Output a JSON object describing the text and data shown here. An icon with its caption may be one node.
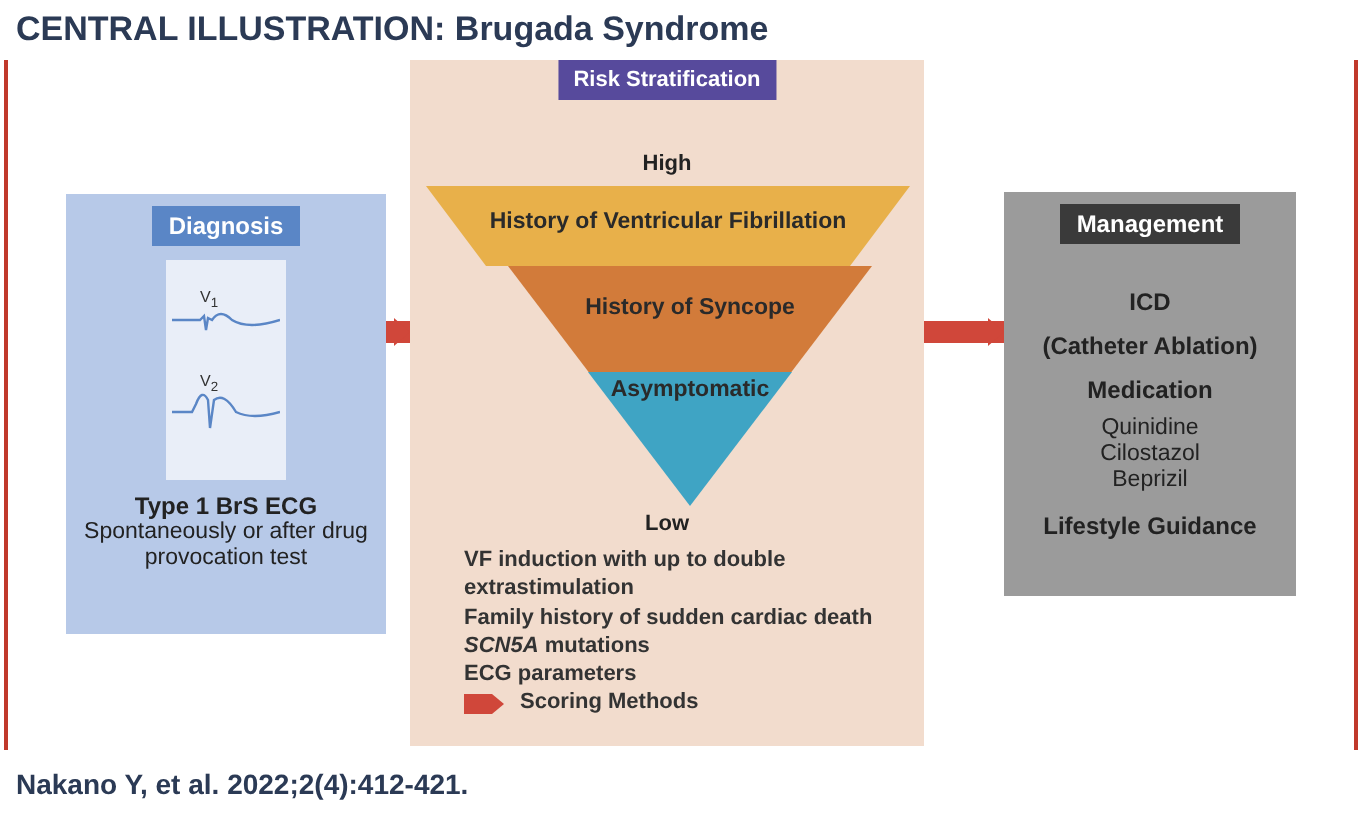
{
  "diagram": {
    "title": "**CENTRAL ILLUSTRATION:** Brugada Syndrome",
    "caption": "Nakano Y, et al. 2022;2(4):412-421.",
    "nodes": [
      {
        "text": [
          "Diagnosis",
          "Type 1 BrS ECG",
          "Spontaneously or after drug provocation test"
        ]
      },
      {
        "text": [
          "Risk Stratification",
          "High",
          "Low",
          "VF induction with up to double extrastimulation",
          "Family history of sudden cardiac death",
          "*SCN5A* mutations",
          "ECG parameters",
          "Scoring Methods"
        ]
      },
      {
        "text": [
          "History of Ventricular Fibrillation"
        ],
        "in": 1
      },
      {
        "text": [
          "History of Syncope"
        ],
        "in": 1
      },
      {
        "text": [
          "Asymptomatic"
        ],
        "in": 1
      },
      {
        "text": [
          "Management",
          "ICD",
          "(Catheter Ablation)",
          "Medication",
          "Quinidine Cilostazol Beprizil",
          "Lifestyle Guidance"
        ]
      }
    ],
    "edges": [
      {
        "from": 0,
        "to": 1,
        "arrow": "to"
      },
      {
        "from": 1,
        "to": 5,
        "arrow": "to"
      }
    ],
    "labels": [
      "V$_{1}$",
      "V$_{2}$"
    ]
  }
}
